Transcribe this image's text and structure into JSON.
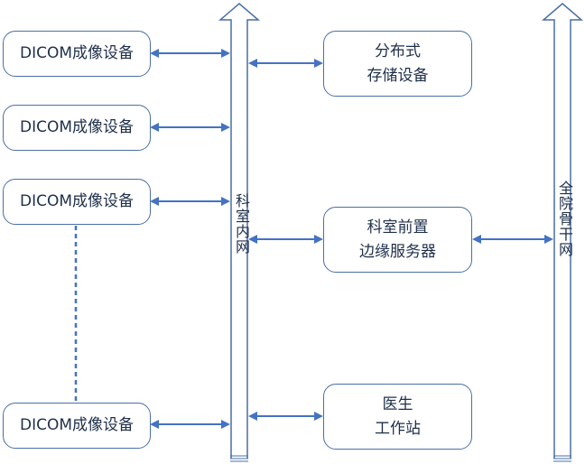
{
  "devices": [
    {
      "label": "DICOM成像设备"
    },
    {
      "label": "DICOM成像设备"
    },
    {
      "label": "DICOM成像设备"
    },
    {
      "label": "DICOM成像设备"
    }
  ],
  "nodes": {
    "storage": {
      "line1": "分布式",
      "line2": "存储设备"
    },
    "edge_server": {
      "line1": "科室前置",
      "line2": "边缘服务器"
    },
    "workstation": {
      "line1": "医生",
      "line2": "工作站"
    }
  },
  "buses": {
    "dept_network": "科室内网",
    "hospital_backbone": "全院骨干网"
  },
  "colors": {
    "stroke": "#4a6fa5",
    "arrow": "#4472c4",
    "text": "#1f2f4a"
  }
}
